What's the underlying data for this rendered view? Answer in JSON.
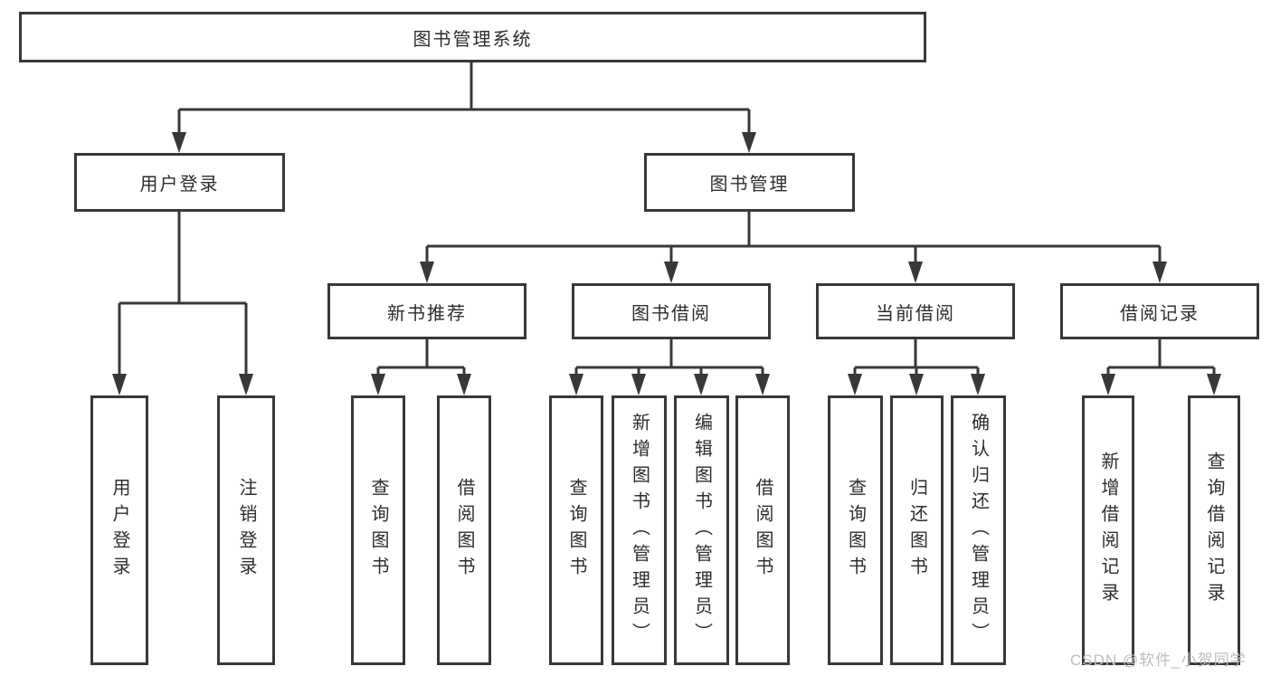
{
  "diagram": {
    "title": "图书管理系统",
    "level1": {
      "user_login": "用户登录",
      "book_mgmt": "图书管理"
    },
    "level2": {
      "new_books": "新书推荐",
      "book_borrow": "图书借阅",
      "current_borrow": "当前借阅",
      "borrow_records": "借阅记录"
    },
    "leaves": {
      "user_login": [
        "用户登录",
        "注销登录"
      ],
      "new_books": [
        "查询图书",
        "借阅图书"
      ],
      "book_borrow": [
        "查询图书",
        "新增图书（管理员）",
        "编辑图书（管理员）",
        "借阅图书"
      ],
      "current_borrow": [
        "查询图书",
        "归还图书",
        "确认归还（管理员）"
      ],
      "borrow_records": [
        "新增借阅记录",
        "查询借阅记录"
      ]
    }
  },
  "watermark": "CSDN @软件_小贺同学",
  "colors": {
    "line": "#383838",
    "text": "#2d2d2d",
    "watermark": "#bdbdbd",
    "background": "#ffffff"
  }
}
